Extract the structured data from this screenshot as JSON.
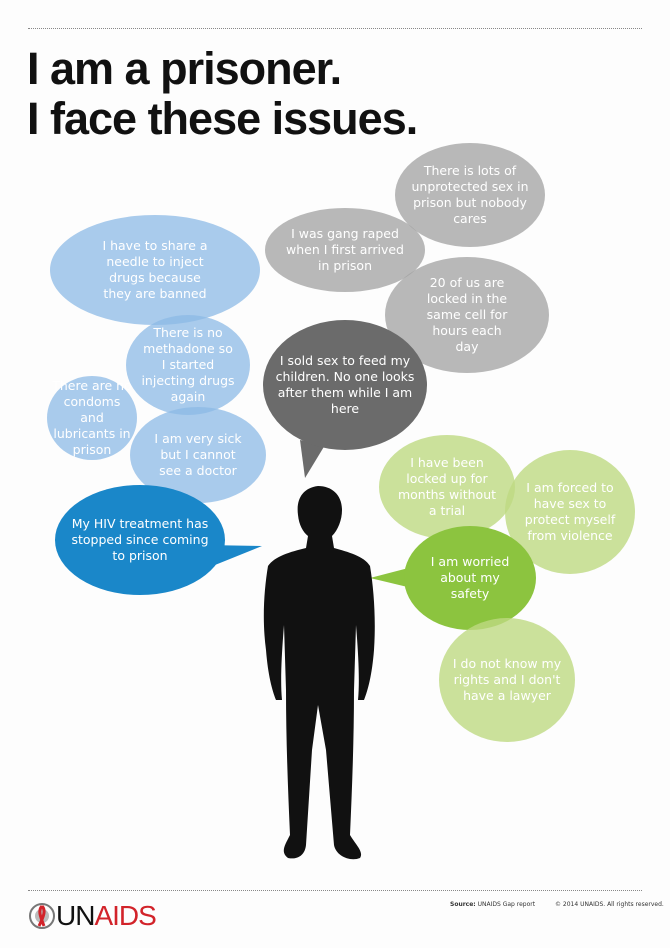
{
  "title_line1": "I am a prisoner.",
  "title_line2": "I face these issues.",
  "bubbles": {
    "needle": "I have to share a needle to inject drugs because they are banned",
    "methadone": "There is no methadone so I started injecting drugs again",
    "condoms": "There are no condoms and lubricants in prison",
    "sick": "I am very sick but I cannot see a doctor",
    "hiv": "My HIV treatment has stopped since coming to prison",
    "unprotected": "There is lots of unprotected sex in prison but nobody cares",
    "raped": "I was gang raped when I first arrived in prison",
    "cell": "20 of us are locked in the same cell for hours each day",
    "sold": "I sold sex to feed my children. No one looks after them while I am here",
    "trial": "I have been locked up for months without a trial",
    "forced": "I am forced to have sex to protect myself from violence",
    "safety": "I am worried about my safety",
    "rights": "I do not know my rights and I don't have a lawyer"
  },
  "footer": {
    "logo_un": "UN",
    "logo_aids": "AIDS",
    "source_label": "Source:",
    "source_text": "UNAIDS Gap report",
    "copyright": "© 2014 UNAIDS. All rights reserved."
  },
  "colors": {
    "dark_blue": "#1a87c9",
    "dark_gray": "#6b6b6b",
    "bright_green": "#8cc43f",
    "logo_red": "#d2232a"
  }
}
